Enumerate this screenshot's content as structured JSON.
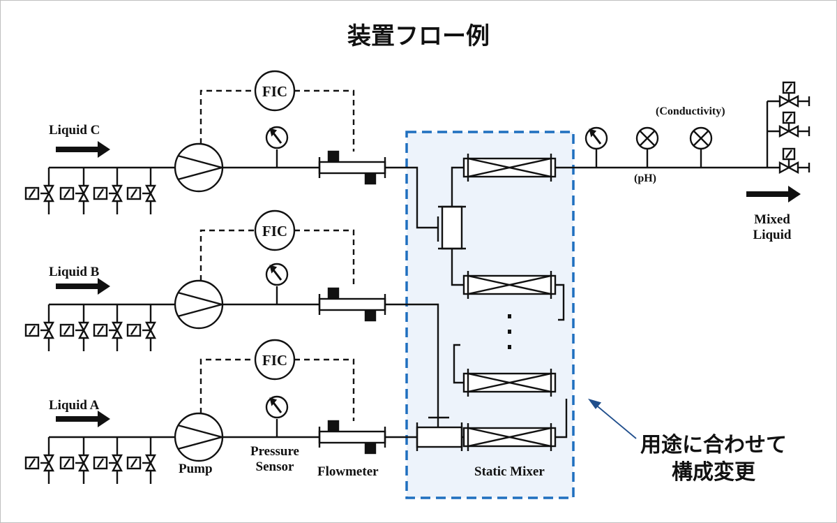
{
  "title": "装置フロー例",
  "inputs": {
    "liquid_c": "Liquid C",
    "liquid_b": "Liquid B",
    "liquid_a": "Liquid A"
  },
  "controller_label": "FIC",
  "components": {
    "pump": "Pump",
    "pressure_sensor_line1": "Pressure",
    "pressure_sensor_line2": "Sensor",
    "flowmeter": "Flowmeter",
    "static_mixer": "Static Mixer"
  },
  "outlet": {
    "conductivity": "(Conductivity)",
    "ph": "(pH)",
    "mixed_line1": "Mixed",
    "mixed_line2": "Liquid"
  },
  "annotation": {
    "line1": "用途に合わせて",
    "line2": "構成変更"
  },
  "colors": {
    "line": "#111111",
    "highlight_border": "#1f6fbf",
    "highlight_fill": "#edf3fb",
    "arrow": "#1f4e8c"
  }
}
